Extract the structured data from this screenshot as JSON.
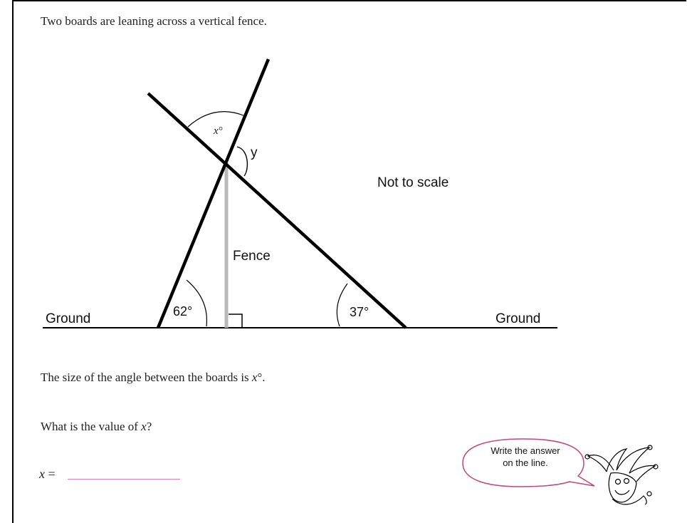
{
  "question": {
    "intro": "Two boards are leaning across a vertical fence.",
    "statement_prefix": "The size of the angle between the boards is ",
    "statement_var": "x",
    "statement_suffix": "°.",
    "prompt_prefix": "What is the value of ",
    "prompt_var": "x",
    "prompt_suffix": "?",
    "answer_var": "x",
    "answer_eq": " ="
  },
  "diagram": {
    "not_to_scale": "Not to scale",
    "fence_label": "Fence",
    "ground_left": "Ground",
    "ground_right": "Ground",
    "angle_x_label": "x°",
    "angle_y_label": "y",
    "angle_left_label": "62°",
    "angle_right_label": "37°"
  },
  "speech_bubble": {
    "line1": "Write the answer",
    "line2": "on the line."
  },
  "colors": {
    "answer_line": "#d980c4",
    "bubble_border": "#c0487a",
    "fence": "#b8b8b8"
  }
}
